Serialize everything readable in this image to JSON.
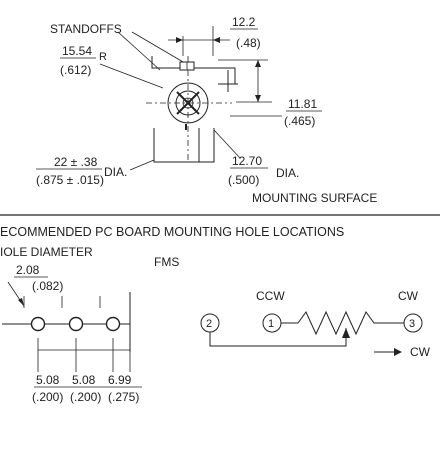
{
  "top_view": {
    "standoffs_label": "STANDOFFS",
    "dim_width": {
      "mm": "12.2",
      "in": "(.48)"
    },
    "dim_radius": {
      "mm": "15.54",
      "in": "(.612)",
      "suffix": "R"
    },
    "dim_height": {
      "mm": "11.81",
      "in": "(.465)"
    },
    "dim_body_dia": {
      "mm": "22 ± .38",
      "in": "(.875 ± .015)",
      "suffix": "DIA."
    },
    "dim_shaft_dia": {
      "mm": "12.70",
      "in": "(.500)",
      "suffix": "DIA."
    },
    "mounting_surface_label": "MOUNTING SURFACE"
  },
  "pc_board": {
    "header": "ECOMMENDED PC BOARD MOUNTING HOLE LOCATIONS",
    "hole_diameter_label": "IOLE DIAMETER",
    "hole_diameter": {
      "mm": "2.08",
      "in": "(.082)"
    },
    "fms_label": "FMS",
    "spacing": [
      {
        "mm": "5.08",
        "in": "(.200)"
      },
      {
        "mm": "5.08",
        "in": "(.200)"
      },
      {
        "mm": "6.99",
        "in": "(.275)"
      }
    ]
  },
  "schematic": {
    "ccw_label": "CCW",
    "cw_label": "CW",
    "terminals": [
      "2",
      "1",
      "3"
    ],
    "arrow_label": "CW"
  }
}
